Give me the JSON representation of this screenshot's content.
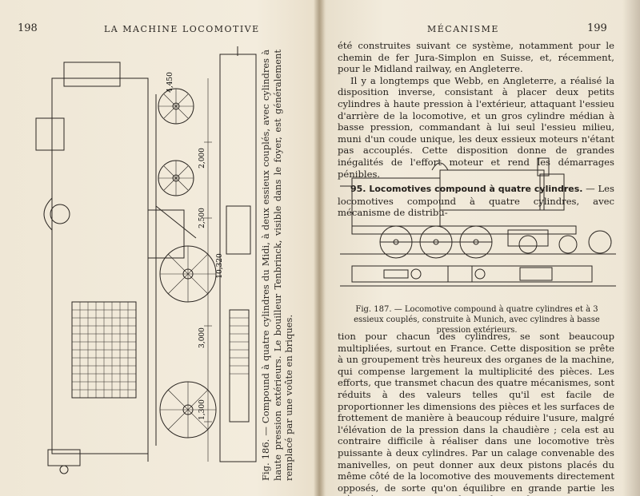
{
  "left_page": {
    "number": "198",
    "running_head": "LA MACHINE LOCOMOTIVE",
    "figure": {
      "dimensions": [
        "4,450",
        "2,000",
        "2,500",
        "10,320",
        "3,000",
        "1,300"
      ],
      "caption": "Fig. 186. — Compound à quatre cylindres du Midi, à deux essieux couplés, avec cylindres à haute pression extérieurs. Le bouilleur Tenbrinck, visible dans le foyer, est généralement remplacé par une voûte en briques."
    }
  },
  "right_page": {
    "number": "199",
    "running_head": "MÉCANISME",
    "paragraph_1": "été construites suivant ce système, notamment pour le chemin de fer Jura-Simplon en Suisse, et, récemment, pour le Midland railway, en Angleterre.",
    "paragraph_2": "Il y a longtemps que Webb, en Angleterre, a réalisé la disposition inverse, consistant à placer deux petits cylindres à haute pression à l'extérieur, attaquant l'essieu d'arrière de la locomotive, et un gros cylindre médian à basse pression, commandant à lui seul l'essieu milieu, muni d'un coude unique, les deux essieux moteurs n'étant pas accouplés. Cette disposition donne de grandes inégalités de l'effort moteur et rend les démarrages pénibles.",
    "section_heading": "95. Locomotives compound à quatre cylindres.",
    "section_text_1": " — Les locomotives compound à quatre cylindres, avec mécanisme de distribu-",
    "figure_caption": "Fig. 187. — Locomotive compound à quatre cylindres et à 3 essieux couplés, construite à Munich, avec cylindres à basse pression extérieurs.",
    "paragraph_3": "tion pour chacun des cylindres, se sont beaucoup multipliées, surtout en France. Cette disposition se prête à un groupement très heureux des organes de la machine, qui compense largement la multiplicité des pièces. Les efforts, que transmet chacun des quatre mécanismes, sont réduits à des valeurs telles qu'il est facile de proportionner les dimensions des pièces et les surfaces de frottement de manière à beaucoup réduire l'usure, malgré l'élévation de la pression dans la chaudière ; cela est au contraire difficile à réaliser dans une locomotive très puissante à deux cylindres. Par un calage convenable des manivelles, on peut donner aux deux pistons placés du même côté de la locomotive des mouvements directement opposés, de sorte qu'on équilibre en grande partie les pièces à mouvement rectiligne alternatif."
  }
}
